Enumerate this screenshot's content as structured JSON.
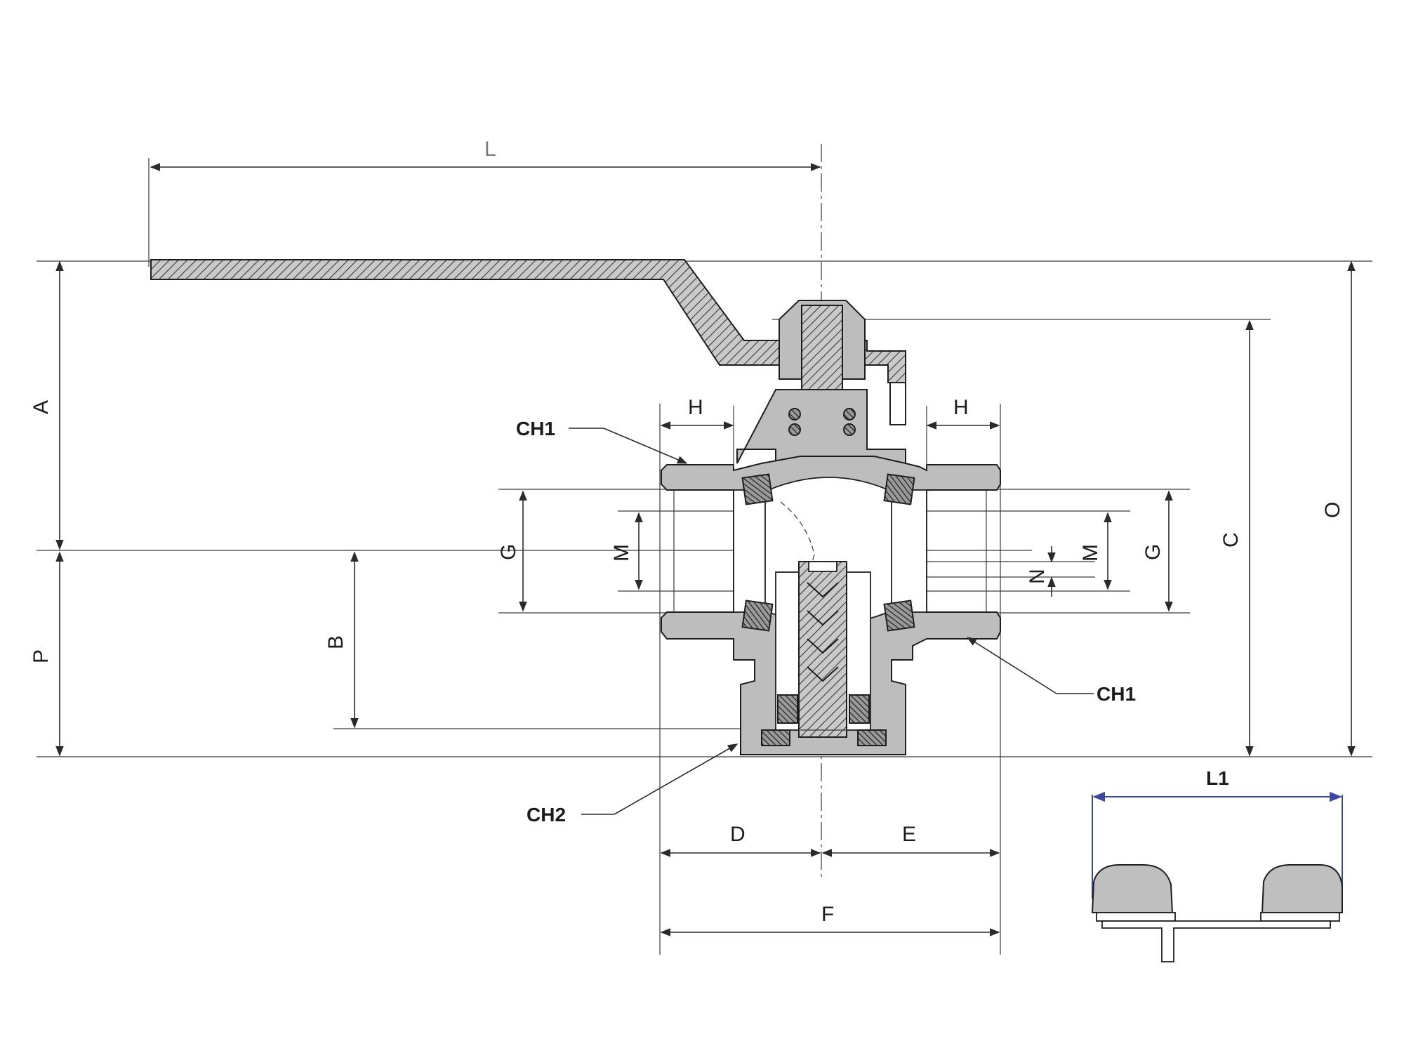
{
  "labels": {
    "L": "L",
    "A": "A",
    "P": "P",
    "B": "B",
    "C": "C",
    "O": "O",
    "G_left": "G",
    "G_right": "G",
    "M_left": "M",
    "M_right": "M",
    "N": "N",
    "H_left": "H",
    "H_right": "H",
    "CH1_top": "CH1",
    "CH1_bottom": "CH1",
    "CH2": "CH2",
    "D": "D",
    "E": "E",
    "F": "F",
    "L1": "L1"
  },
  "colors": {
    "line": "#1e1e1e",
    "body_fill": "#bdbdbd",
    "inset_dimension": "#3b4a9c"
  }
}
